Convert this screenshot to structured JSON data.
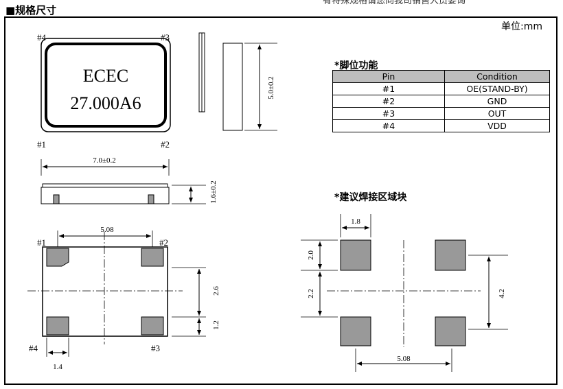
{
  "title": "■规格尺寸",
  "top_note": "有特殊规格请您向我司销售人员要询",
  "unit_label": "单位:mm",
  "chip": {
    "brand": "ECEC",
    "part": "27.000A6",
    "pin_labels_top": [
      "#4",
      "#3"
    ],
    "pin_labels_bottom": [
      "#1",
      "#2"
    ]
  },
  "dimensions": {
    "length": "7.0±0.2",
    "width": "5.0±0.2",
    "height": "1.6±0.2",
    "pad_pitch_x": "5.08",
    "pad_pitch_y": "2.6",
    "pad_height": "1.2",
    "pad_width": "1.4"
  },
  "bottom_view": {
    "pins": [
      "#1",
      "#2",
      "#4",
      "#3"
    ]
  },
  "pin_function": {
    "heading": "*脚位功能",
    "columns": [
      "Pin",
      "Condition"
    ],
    "rows": [
      {
        "pin": "#1",
        "condition": "OE(STAND-BY)"
      },
      {
        "pin": "#2",
        "condition": "GND"
      },
      {
        "pin": "#3",
        "condition": "OUT"
      },
      {
        "pin": "#4",
        "condition": "VDD"
      }
    ]
  },
  "solder_pad": {
    "heading": "*建议焊接区域块",
    "pad_w": "1.8",
    "pad_h": "2.0",
    "gap": "2.2",
    "span_y": "4.2",
    "span_x": "5.08"
  }
}
